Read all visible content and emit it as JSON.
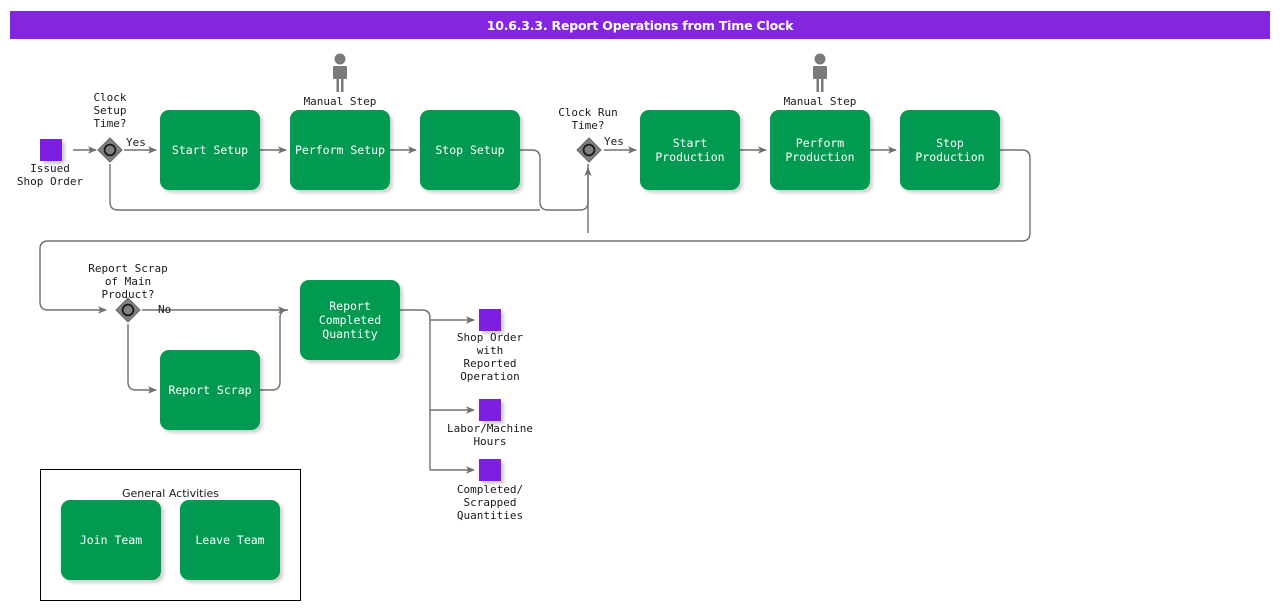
{
  "titlebar": {
    "title": "10.6.3.3. Report Operations from Time Clock"
  },
  "colors": {
    "title_bar": "#8425e0",
    "task_green": "#029a50",
    "data_purple": "#7d1fe0",
    "gateway_gray": "#808080",
    "connector_gray": "#707070",
    "person_gray": "#7a7a7a"
  },
  "start_event": {
    "label": "Issued\nShop Order"
  },
  "gateways": [
    {
      "id": "clock-setup-time",
      "label": "Clock\nSetup\nTime?",
      "yes_label": "Yes"
    },
    {
      "id": "clock-run-time",
      "label": "Clock Run\nTime?",
      "yes_label": "Yes"
    },
    {
      "id": "report-scrap-of-main-product",
      "label": "Report Scrap\nof Main\nProduct?",
      "no_label": "No"
    }
  ],
  "tasks": [
    {
      "id": "start-setup",
      "label": "Start Setup"
    },
    {
      "id": "perform-setup",
      "label": "Perform Setup"
    },
    {
      "id": "stop-setup",
      "label": "Stop Setup"
    },
    {
      "id": "start-production",
      "label": "Start Production"
    },
    {
      "id": "perform-production",
      "label": "Perform\nProduction"
    },
    {
      "id": "stop-production",
      "label": "Stop Production"
    },
    {
      "id": "report-scrap",
      "label": "Report Scrap"
    },
    {
      "id": "report-completed-quantity",
      "label": "Report\nCompleted\nQuantity"
    }
  ],
  "manual_step_markers": [
    {
      "id": "manual-step-setup",
      "label": "Manual Step"
    },
    {
      "id": "manual-step-production",
      "label": "Manual Step"
    }
  ],
  "data_objects": [
    {
      "id": "shop-order-with-reported-operation",
      "label": "Shop Order\nwith\nReported\nOperation"
    },
    {
      "id": "labor-machine-hours",
      "label": "Labor/Machine\nHours"
    },
    {
      "id": "completed-scrapped-quantities",
      "label": "Completed/\nScrapped\nQuantities"
    }
  ],
  "general_activities": {
    "title": "General Activities",
    "tasks": [
      {
        "id": "join-team",
        "label": "Join Team"
      },
      {
        "id": "leave-team",
        "label": "Leave Team"
      }
    ]
  }
}
